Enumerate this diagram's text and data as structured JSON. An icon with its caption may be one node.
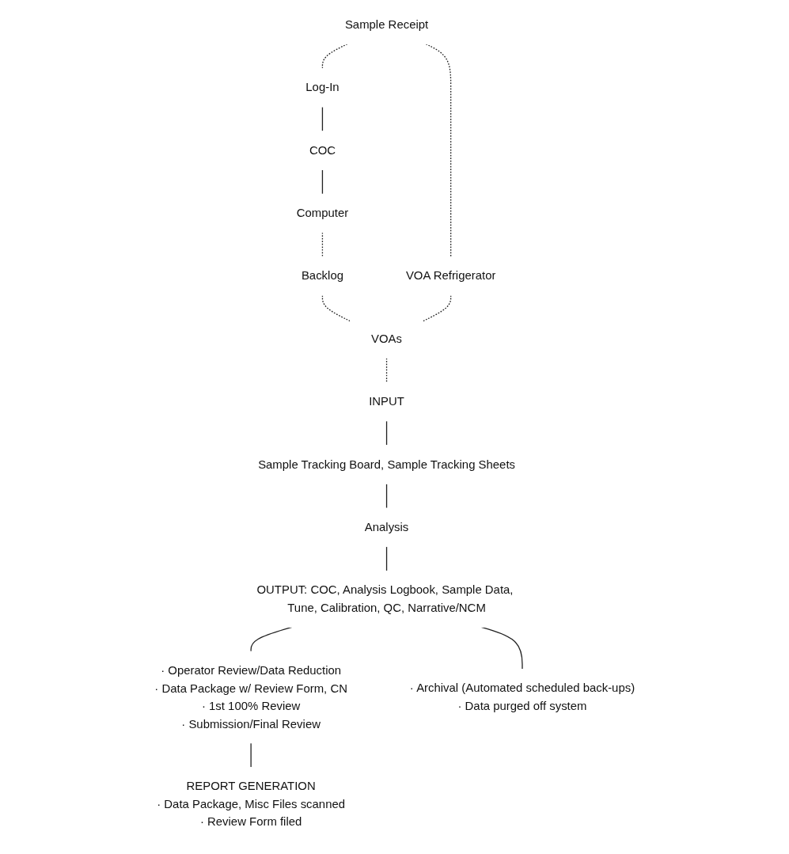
{
  "diagram": {
    "nodes": [
      {
        "text": [
          "Sample Receipt"
        ]
      },
      {
        "text": [
          "Log-In"
        ]
      },
      {
        "text": [
          "VOA Refrigerator"
        ]
      },
      {
        "text": [
          "COC"
        ]
      },
      {
        "text": [
          "Computer"
        ]
      },
      {
        "text": [
          "Backlog"
        ]
      },
      {
        "text": [
          "VOAs"
        ]
      },
      {
        "text": [
          "INPUT"
        ]
      },
      {
        "text": [
          "Sample Tracking Board, Sample Tracking Sheets"
        ]
      },
      {
        "text": [
          "Analysis"
        ]
      },
      {
        "text": [
          "OUTPUT: COC, Analysis Logbook, Sample Data, Tune, Calibration, QC, Narrative/NCM"
        ]
      },
      {
        "text": [
          "· Operator Review/Data Reduction",
          "· Data Package w/ Review Form, CN",
          "· 1st 100% Review",
          "· Submission/Final Review"
        ]
      },
      {
        "text": [
          "· Archival (Automated scheduled back-ups)",
          "· Data purged off system"
        ]
      },
      {
        "text": [
          "REPORT GENERATION",
          "· Data Package, Misc Files scanned",
          "· Review Form filed"
        ]
      }
    ],
    "edges": [
      {
        "from": 0,
        "to": 1,
        "arrow": "none",
        "style": "dashed"
      },
      {
        "from": 0,
        "to": 2,
        "arrow": "none",
        "style": "dashed"
      },
      {
        "from": 1,
        "to": 3,
        "arrow": "none"
      },
      {
        "from": 3,
        "to": 4,
        "arrow": "none"
      },
      {
        "from": 4,
        "to": 5,
        "arrow": "none",
        "style": "dashed"
      },
      {
        "from": 5,
        "to": 6,
        "arrow": "none",
        "style": "dashed"
      },
      {
        "from": 2,
        "to": 6,
        "arrow": "none",
        "style": "dashed"
      },
      {
        "from": 6,
        "to": 7,
        "arrow": "none",
        "style": "dashed"
      },
      {
        "from": 7,
        "to": 8,
        "arrow": "none"
      },
      {
        "from": 8,
        "to": 9,
        "arrow": "none"
      },
      {
        "from": 9,
        "to": 10,
        "arrow": "none"
      },
      {
        "from": 10,
        "to": 11,
        "arrow": "none"
      },
      {
        "from": 10,
        "to": 12,
        "arrow": "none"
      },
      {
        "from": 11,
        "to": 13,
        "arrow": "none"
      }
    ]
  }
}
